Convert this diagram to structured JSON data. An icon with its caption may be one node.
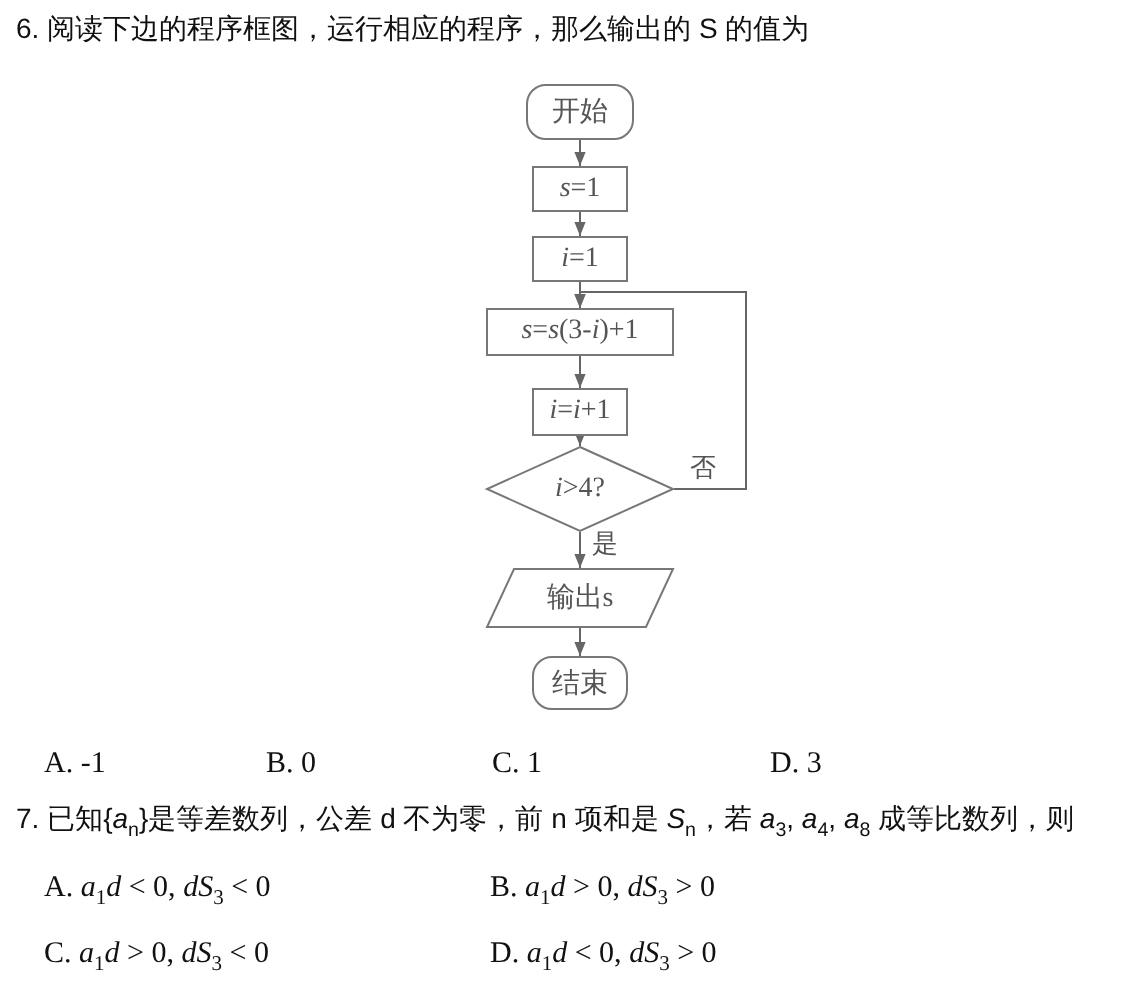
{
  "diagram": {
    "nodes": [
      {
        "text": [
          "开始"
        ]
      },
      {
        "text": [
          "*s*=1"
        ]
      },
      {
        "text": [
          "*i*=1"
        ]
      },
      {
        "text": [
          "*s*=*s*(3-*i*)+1"
        ]
      },
      {
        "text": [
          "*i*=*i*+1"
        ]
      },
      {
        "text": [
          "*i*>4?"
        ]
      },
      {
        "text": [
          "输出s"
        ]
      },
      {
        "text": [
          "结束"
        ]
      }
    ],
    "edges": [
      {
        "from": 0,
        "to": 1,
        "arrow": "to"
      },
      {
        "from": 1,
        "to": 2,
        "arrow": "to"
      },
      {
        "from": 2,
        "to": 3,
        "arrow": "to"
      },
      {
        "from": 3,
        "to": 4,
        "arrow": "to"
      },
      {
        "from": 4,
        "to": 5,
        "arrow": "to"
      },
      {
        "from": 5,
        "to": 3,
        "arrow": "to",
        "label": "否"
      },
      {
        "from": 5,
        "to": 6,
        "arrow": "to",
        "label": "是"
      },
      {
        "from": 6,
        "to": 7,
        "arrow": "to"
      }
    ],
    "labels": [
      "6. 阅读下边的程序框图，运行相应的程序，那么输出的 S 的值为",
      "A. -1",
      "B. 0",
      "C. 1",
      "D. 3",
      "7. 已知{*a*$_{n}$}是等差数列，公差 d 不为零，前 n 项和是 *S*$_{n}$，若 *a*$_{3}$, *a*$_{4}$, *a*$_{8}$ 成等比数列，则",
      "A.  *a*$_{1}$*d* < 0, *dS*$_{3}$ < 0",
      "B.  *a*$_{1}$*d* > 0, *dS*$_{3}$ > 0",
      "C.  *a*$_{1}$*d* > 0, *dS*$_{3}$ < 0",
      "D.  *a*$_{1}$*d* < 0, *dS*$_{3}$ > 0"
    ]
  }
}
